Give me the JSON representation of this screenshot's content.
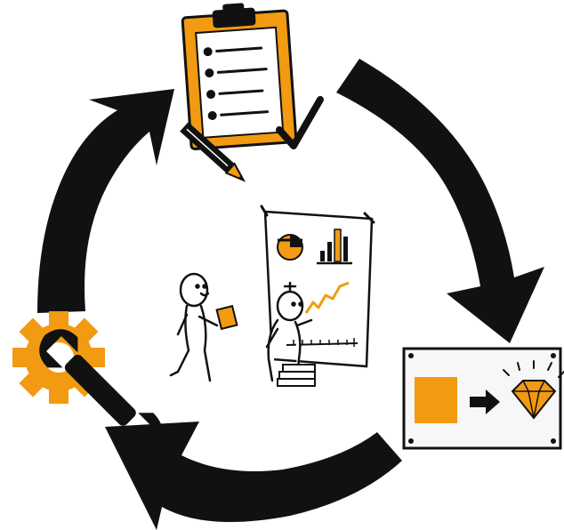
{
  "colors": {
    "accent": "#F29A12",
    "ink": "#111111",
    "paper": "#FFFFFF",
    "board_bg": "#F7F7F7"
  },
  "cycle": {
    "arrows": [
      "arrow-top-right",
      "arrow-bottom",
      "arrow-left"
    ],
    "stations": [
      {
        "name": "planning-checklist",
        "icon": "clipboard-checklist-icon"
      },
      {
        "name": "design-to-sketch",
        "icon": "sketch-diamond-icon"
      },
      {
        "name": "build-tools",
        "icon": "gear-wrench-icon"
      }
    ]
  },
  "center": {
    "scene": "presentation",
    "icons": [
      "pie-chart-icon",
      "bar-chart-icon",
      "line-chart-icon",
      "ruler-icon",
      "books-stack-icon"
    ]
  }
}
